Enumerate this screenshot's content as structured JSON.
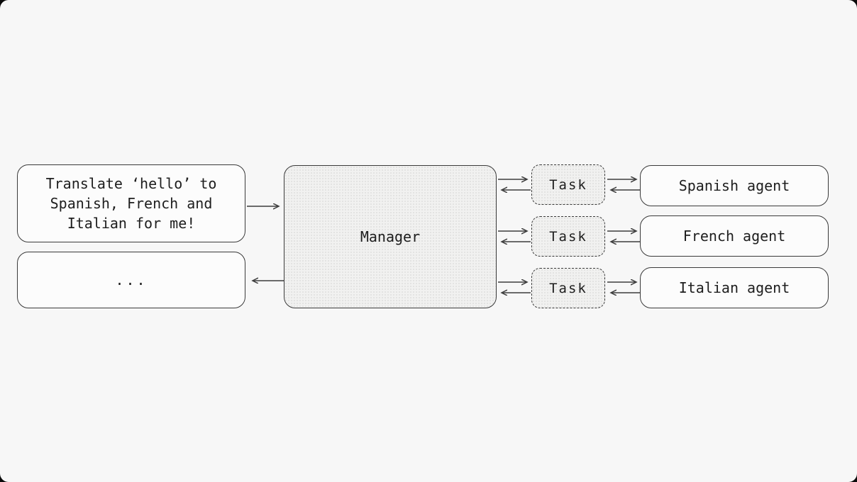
{
  "colors": {
    "outer_bg": "#0a0a0a",
    "canvas_bg": "#f7f7f7",
    "border": "#3a3a3a",
    "box_fill": "#fcfcfc",
    "textured_fill": "#f1f1f0",
    "texture_dot": "#dedede",
    "text": "#1e1e1e",
    "arrow": "#3d3d3d"
  },
  "diagram": {
    "prompt_box": {
      "lines": [
        "Translate ‘hello’ to",
        "Spanish, French and",
        "Italian for me!"
      ]
    },
    "placeholder_box": {
      "label": "..."
    },
    "manager_box": {
      "label": "Manager"
    },
    "task_boxes": [
      {
        "label": "Task"
      },
      {
        "label": "Task"
      },
      {
        "label": "Task"
      }
    ],
    "agent_boxes": [
      {
        "label": "Spanish agent"
      },
      {
        "label": "French agent"
      },
      {
        "label": "Italian agent"
      }
    ]
  }
}
